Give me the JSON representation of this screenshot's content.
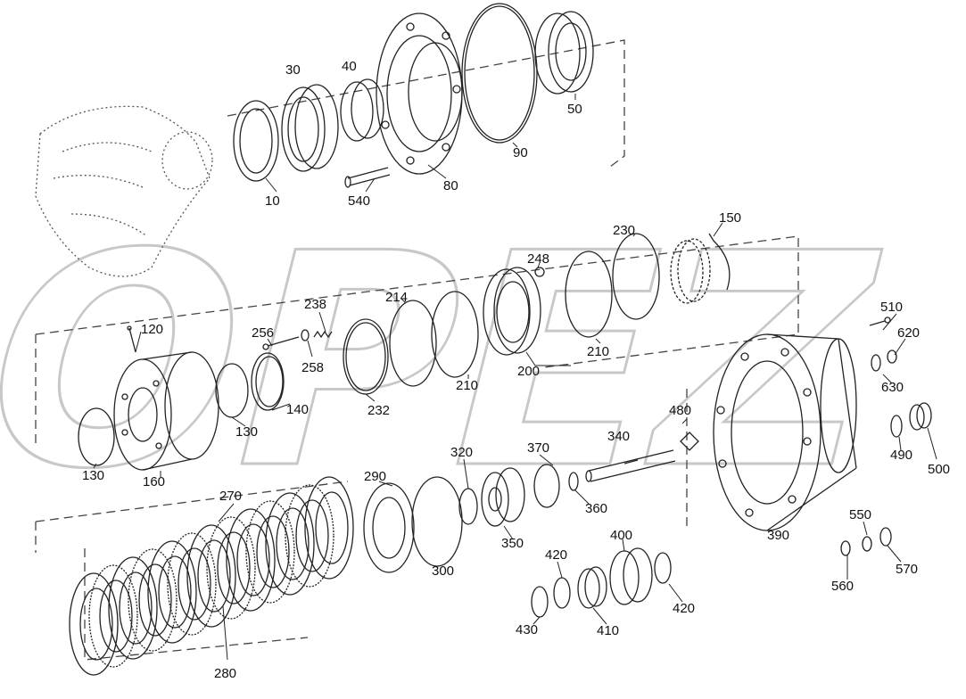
{
  "watermark": "OPEZ",
  "colors": {
    "line": "#222222",
    "watermark": "#c8c8c8",
    "background": "#ffffff"
  },
  "labels": {
    "p10": "10",
    "p30": "30",
    "p40": "40",
    "p50": "50",
    "p80": "80",
    "p90": "90",
    "p540": "540",
    "p120": "120",
    "p130a": "130",
    "p130b": "130",
    "p140": "140",
    "p150": "150",
    "p160": "160",
    "p200": "200",
    "p210a": "210",
    "p210b": "210",
    "p214": "214",
    "p230": "230",
    "p232": "232",
    "p238": "238",
    "p248": "248",
    "p256": "256",
    "p258": "258",
    "p270": "270",
    "p280": "280",
    "p290": "290",
    "p300": "300",
    "p320": "320",
    "p340": "340",
    "p350": "350",
    "p360": "360",
    "p370": "370",
    "p390": "390",
    "p400": "400",
    "p410": "410",
    "p420a": "420",
    "p420b": "420",
    "p430": "430",
    "p480": "480",
    "p490": "490",
    "p500": "500",
    "p510": "510",
    "p550": "550",
    "p560": "560",
    "p570": "570",
    "p620": "620",
    "p630": "630"
  }
}
